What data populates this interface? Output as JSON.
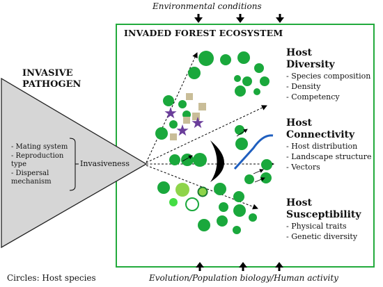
{
  "environment_label": "Environmental conditions",
  "ecosystem_title": "INVADED FOREST ECOSYSTEM",
  "pathogen": {
    "title_line1": "INVASIVE",
    "title_line2": "PATHOGEN",
    "traits": [
      "- Mating system",
      "- Reproduction",
      "type",
      "- Dispersal",
      "mechanism"
    ],
    "invasiveness_label": "Invasiveness"
  },
  "host_factors": [
    {
      "heading_line1": "Host",
      "heading_line2": "Diversity",
      "items": [
        "- Species composition",
        "- Density",
        "- Competency"
      ]
    },
    {
      "heading_line1": "Host",
      "heading_line2": "Connectivity",
      "items": [
        "- Host distribution",
        "- Landscape structure",
        "- Vectors"
      ]
    },
    {
      "heading_line1": "Host",
      "heading_line2": "Susceptibility",
      "items": [
        "- Physical traits",
        "- Genetic diversity"
      ]
    }
  ],
  "bottom_label": "Evolution/Population biology/Human activity",
  "legend_note": "Circles: Host species",
  "colors": {
    "frame_green": "#22aa3c",
    "host_green": "#1aa83c",
    "light_green": "#8ed44a",
    "bright_green": "#44dd44",
    "beige": "#c9bd98",
    "purple": "#6a3d9a",
    "blue": "#1f5fbf",
    "triangle_fill": "#d6d6d6",
    "barrier": "#000000"
  }
}
